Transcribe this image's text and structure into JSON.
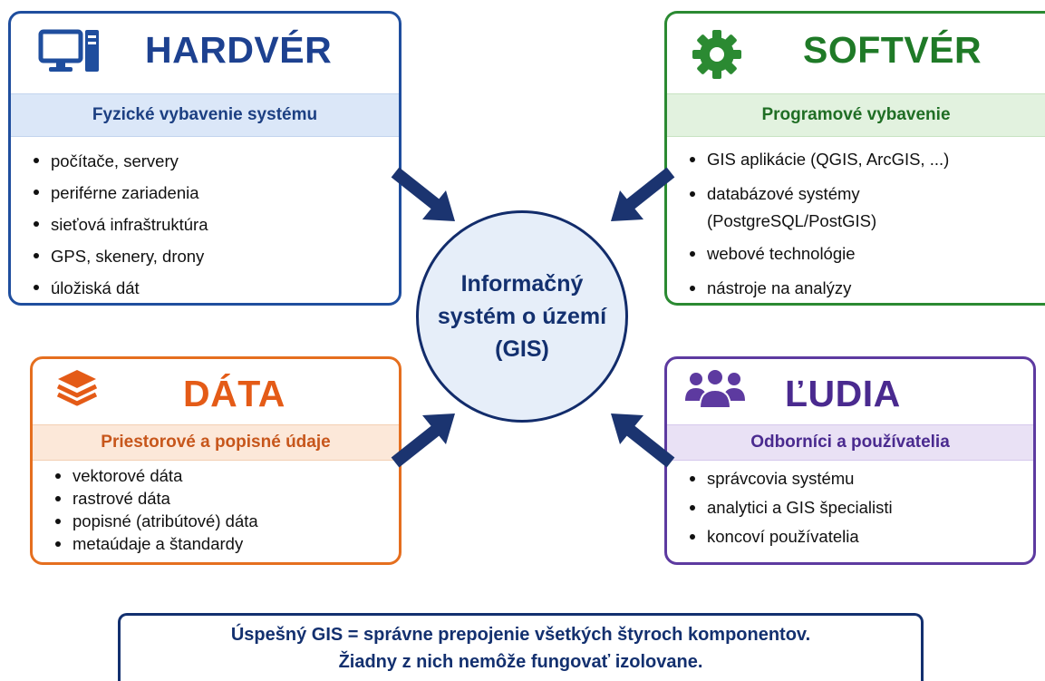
{
  "center": {
    "label": "Informačný\nsystém o území\n(GIS)"
  },
  "components": {
    "hardware": {
      "title": "HARDVÉR",
      "subtitle": "Fyzické vybavenie systému",
      "icon": "computer-icon",
      "color": "#1f4e9e",
      "items": [
        "počítače, servery",
        "periférne zariadenia",
        "sieťová infraštruktúra",
        "GPS, skenery, drony",
        "úložiská dát"
      ]
    },
    "software": {
      "title": "SOFTVÉR",
      "subtitle": "Programové vybavenie",
      "icon": "gear-icon",
      "color": "#2b8a32",
      "items": [
        "GIS aplikácie (QGIS, ArcGIS, ...)",
        "databázové systémy",
        "(PostgreSQL/PostGIS)",
        "webové technológie",
        "nástroje na analýzy"
      ]
    },
    "data": {
      "title": "DÁTA",
      "subtitle": "Priestorové a popisné údaje",
      "icon": "layers-icon",
      "color": "#e56f1f",
      "items": [
        "vektorové dáta",
        "rastrové dáta",
        "popisné (atribútové) dáta",
        "metaúdaje a štandardy"
      ]
    },
    "people": {
      "title": "ĽUDIA",
      "subtitle": "Odborníci a používatelia",
      "icon": "people-icon",
      "color": "#5d3aa0",
      "items": [
        "správcovia systému",
        "analytici a GIS špecialisti",
        "koncoví používatelia"
      ]
    }
  },
  "footer": {
    "line1": "Úspešný GIS = správne prepojenie všetkých štyroch komponentov.",
    "line2": "Žiadny z nich nemôže fungovať izolovane."
  },
  "arrow_color": "#1b3470"
}
